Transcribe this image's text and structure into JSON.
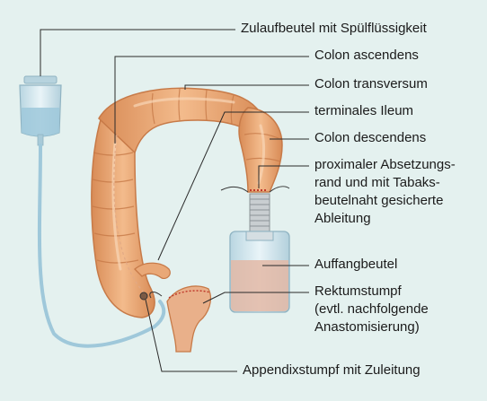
{
  "figure": {
    "labels": {
      "irrigation_bag": "Zulaufbeutel mit Spülflüssigkeit",
      "ascending_colon": "Colon ascendens",
      "transverse_colon": "Colon transversum",
      "terminal_ileum": "terminales Ileum",
      "descending_colon": "Colon descendens",
      "proximal_margin_line1": "proximaler Absetzungs-",
      "proximal_margin_line2": "rand und mit Tabaks-",
      "proximal_margin_line3": "beutelnaht gesicherte",
      "proximal_margin_line4": "Ableitung",
      "collection_bag": "Auffangbeutel",
      "rectal_stump_line1": "Rektumstumpf",
      "rectal_stump_line2": "(evtl. nachfolgende",
      "rectal_stump_line3": "Anastomisierung)",
      "appendix_stump": "Appendixstumpf mit Zuleitung"
    },
    "colors": {
      "background": "#e4f1ef",
      "colon_fill": "#e9a877",
      "colon_shadow": "#c77a48",
      "colon_highlight": "#f6cda8",
      "bag_fill": "#cfe3ea",
      "liquid_fill": "#a9cfe0",
      "collection_liquid": "#e3b9a6",
      "tube": "#9fc8da",
      "leader_line": "#2a2a2a",
      "suture": "#c0392b"
    }
  }
}
